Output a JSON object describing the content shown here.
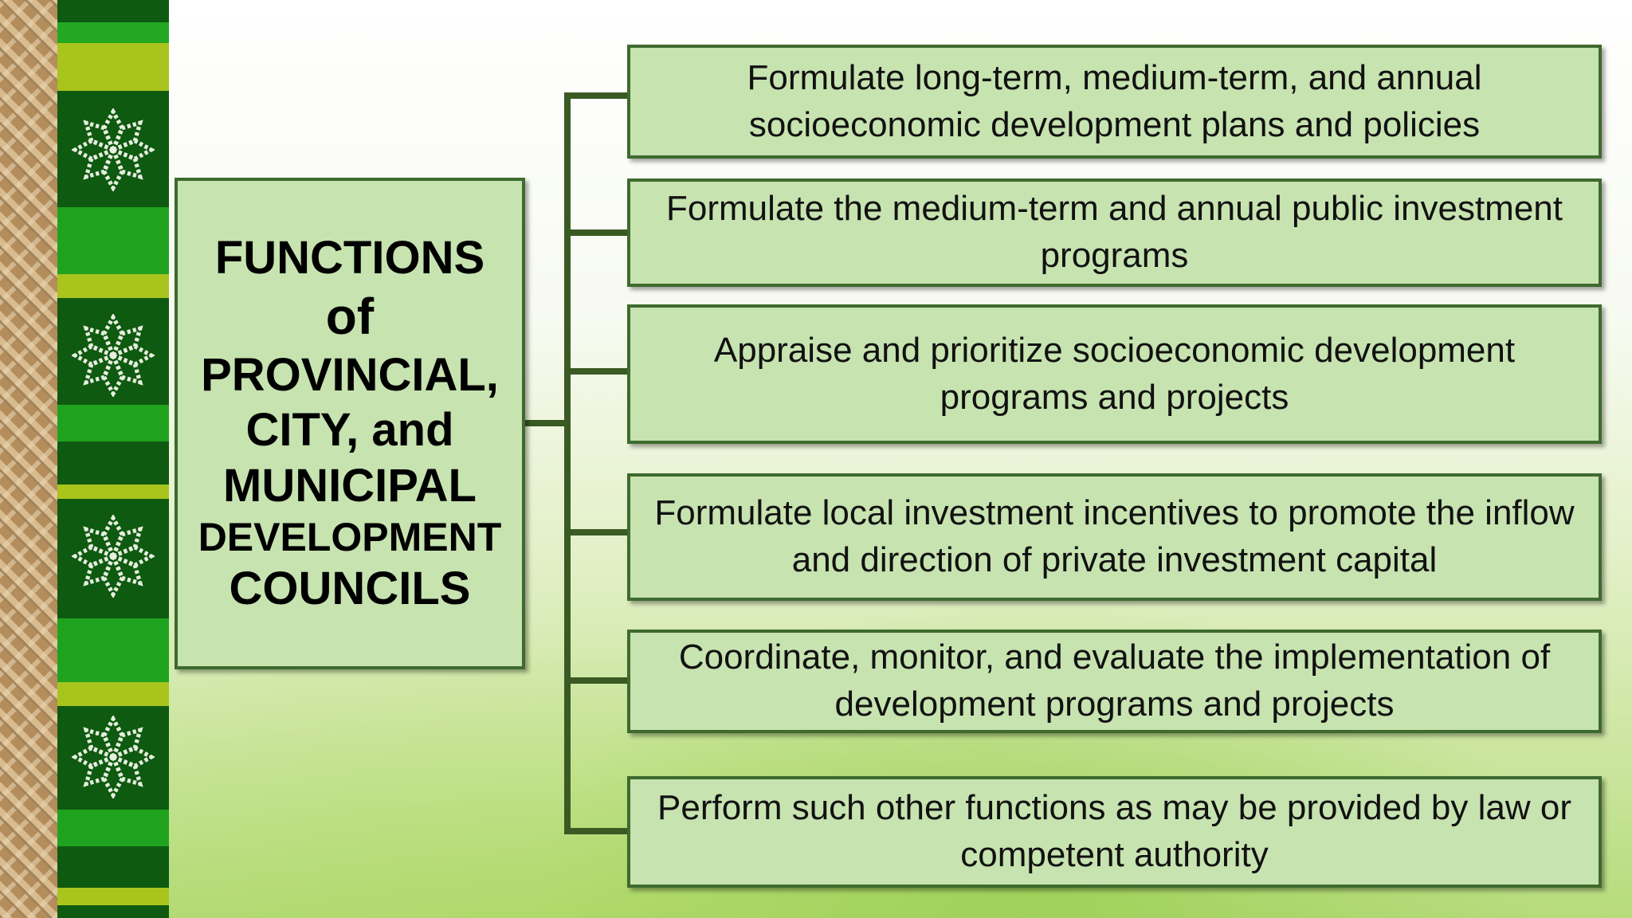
{
  "colors": {
    "box_fill": "#c7e3b0",
    "box_border": "#3e6a2e",
    "band_dark": "#0e5a10",
    "band_bright": "#22b022",
    "band_lime": "#b5c81e"
  },
  "icons": {
    "band": "star-icon"
  },
  "title": {
    "lines": [
      "FUNCTIONS",
      "of",
      "PROVINCIAL,",
      "CITY, and",
      "MUNICIPAL",
      "DEVELOPMENT",
      "COUNCILS"
    ]
  },
  "functions": [
    {
      "label": "Formulate long-term, medium-term, and annual socioeconomic development plans and policies"
    },
    {
      "label": "Formulate the medium-term and annual public investment programs"
    },
    {
      "label": "Appraise and prioritize socioeconomic development programs and projects"
    },
    {
      "label": "Formulate local investment incentives to promote the inflow and direction of private investment capital"
    },
    {
      "label": "Coordinate, monitor, and evaluate the implementation of development programs and projects"
    },
    {
      "label": "Perform such other functions as may be provided by law or competent authority"
    }
  ]
}
